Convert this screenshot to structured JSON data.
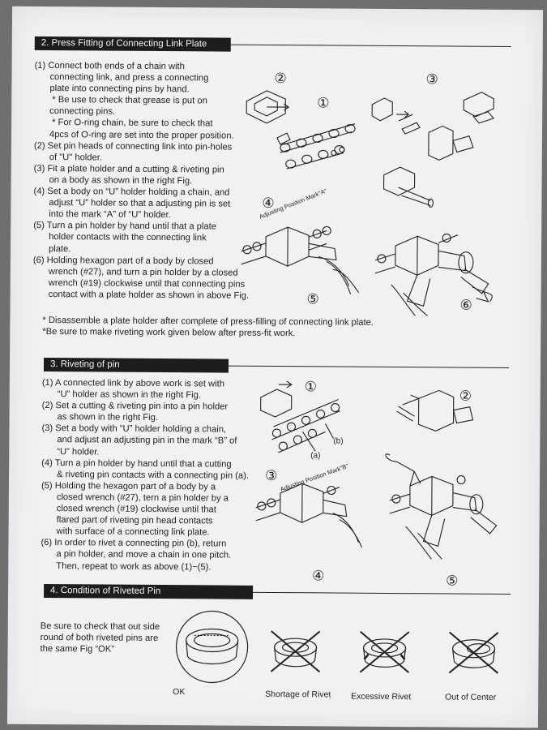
{
  "section2": {
    "title": "2. Press Fitting of Connecting Link Plate",
    "steps": [
      "(1) Connect both ends of a chain with",
      "connecting link, and press a connecting",
      "plate into connecting pins by hand.",
      "* Be use to check that grease is put on",
      "connecting pins.",
      "* For O-ring chain, be sure to check that",
      "4pcs of O-ring are set into the proper position.",
      "(2) Set pin heads of connecting link into pin-holes",
      "of \"U\" holder.",
      "(3) Fit a plate holder and a cutting & riveting pin",
      "on a body as shown in the right Fig.",
      "(4) Set a body on “U” holder holding a chain, and",
      "adjust “U” holder so that a adjusting pin is set",
      "into the mark “A” of “U” holder.",
      "(5) Turn a pin holder by hand until that a plate",
      "holder contacts with the connecting link",
      "plate.",
      "(6) Holding hexagon part of a body by closed",
      "wrench (#27), and turn a pin holder by a closed",
      "wrench (#19) clockwise until that connecting pins",
      "contact with a plate holder as shown in above Fig."
    ],
    "notes": [
      "* Disassemble a plate holder after complete of press-filling of connecting link plate.",
      "*Be sure to make riveting work given below after press-fit work."
    ],
    "fig_numbers": [
      "①",
      "②",
      "③",
      "④",
      "⑤",
      "⑥"
    ],
    "mark_label": "Adjusting Position Mark\"A\""
  },
  "section3": {
    "title": "3. Riveting of pin",
    "steps": [
      "(1) A connected link by above work is set with",
      "“U” holder as shown in the right Fig.",
      "(2) Set a cutting & riveting pin into a pin holder",
      "as shown in the right Fig.",
      "(3) Set a body with “U” holder holding a chain,",
      "and adjust an adjusting pin in the mark “B” of",
      "“U” holder.",
      "(4) Turn a pin holder by hand until that a cutting",
      "& riveting pin contacts with a connecting pin (a).",
      "(5) Holding the hexagon part of a body by a",
      "closed wrench (#27), tern a pin holder by a",
      "closed wrench (#19) clockwise until that",
      "flared part of riveting pin head contacts",
      "with surface of a connecting link plate.",
      "(6) In order to rivet a connecting pin (b), return",
      "a pin holder, and move a chain in one pitch.",
      "Then, repeat to work as above (1)~(5)."
    ],
    "fig_numbers": [
      "①",
      "②",
      "③",
      "④",
      "⑤"
    ],
    "mark_label": "Adjusting Position Mark\"B\"",
    "label_a": "(a)",
    "label_b": "(b)"
  },
  "section4": {
    "title": "4. Condition of Riveted Pin",
    "text": [
      "Be sure to check that out side",
      "round of both riveted pins are",
      "the same Fig “OK”"
    ],
    "captions": [
      "OK",
      "Shortage of Rivet",
      "Excessive Rivet",
      "Out of Center"
    ]
  }
}
